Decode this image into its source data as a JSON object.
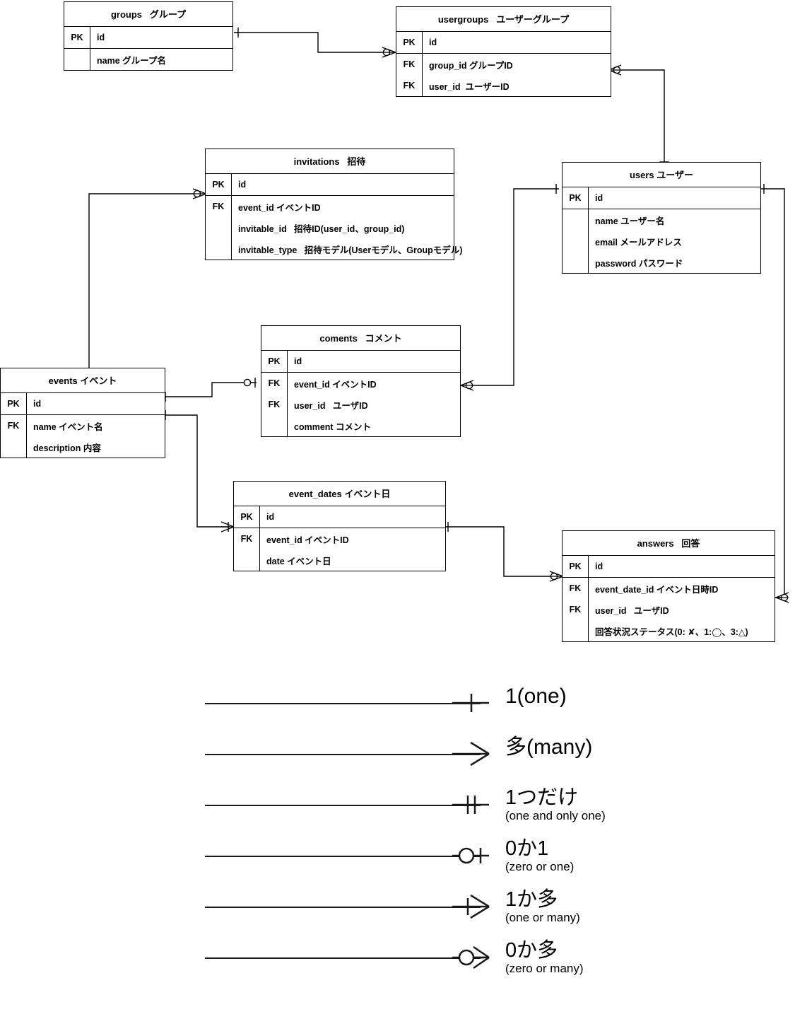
{
  "diagram": {
    "type": "er-diagram",
    "notation": "crow's foot",
    "entities": [
      {
        "id": "groups",
        "title": "groups   グループ",
        "pk": {
          "key": "PK",
          "name": "id"
        },
        "attrs": [
          {
            "key": "",
            "name": "name グループ名"
          }
        ]
      },
      {
        "id": "usergroups",
        "title": "usergroups   ユーザーグループ",
        "pk": {
          "key": "PK",
          "name": "id"
        },
        "attrs": [
          {
            "key": "FK",
            "name": "group_id グループID"
          },
          {
            "key": "FK",
            "name": "user_id  ユーザーID"
          }
        ]
      },
      {
        "id": "invitations",
        "title": "invitations   招待",
        "pk": {
          "key": "PK",
          "name": "id"
        },
        "attrs": [
          {
            "key": "FK",
            "name": "event_id イベントID"
          },
          {
            "key": "",
            "name": "invitable_id   招待ID(user_id、group_id)"
          },
          {
            "key": "",
            "name": "invitable_type   招待モデル(Userモデル、Groupモデル)"
          }
        ]
      },
      {
        "id": "users",
        "title": "users ユーザー",
        "pk": {
          "key": "PK",
          "name": "id"
        },
        "attrs": [
          {
            "key": "",
            "name": "name ユーザー名"
          },
          {
            "key": "",
            "name": "email メールアドレス"
          },
          {
            "key": "",
            "name": "password パスワード"
          }
        ]
      },
      {
        "id": "coments",
        "title": "coments   コメント",
        "pk": {
          "key": "PK",
          "name": "id"
        },
        "attrs": [
          {
            "key": "FK",
            "name": "event_id イベントID"
          },
          {
            "key": "FK",
            "name": "user_id   ユーザID"
          },
          {
            "key": "",
            "name": "comment コメント"
          }
        ]
      },
      {
        "id": "events",
        "title": "events イベント",
        "pk": {
          "key": "PK",
          "name": "id"
        },
        "attrs": [
          {
            "key": "FK",
            "name": "name イベント名"
          },
          {
            "key": "",
            "name": "description 内容"
          }
        ]
      },
      {
        "id": "event_dates",
        "title": "event_dates イベント日",
        "pk": {
          "key": "PK",
          "name": "id"
        },
        "attrs": [
          {
            "key": "FK",
            "name": "event_id イベントID"
          },
          {
            "key": "",
            "name": "date イベント日"
          }
        ]
      },
      {
        "id": "answers",
        "title": "answers   回答",
        "pk": {
          "key": "PK",
          "name": "id"
        },
        "attrs": [
          {
            "key": "FK",
            "name": "event_date_id イベント日時ID"
          },
          {
            "key": "FK",
            "name": "user_id   ユーザID"
          },
          {
            "key": "",
            "name": "回答状況ステータス(0: ✘、1:◯、3:△)"
          }
        ]
      }
    ],
    "relationships": [
      {
        "from": "groups",
        "to": "usergroups",
        "from_card": "one",
        "to_card": "zero-or-many"
      },
      {
        "from": "usergroups",
        "to": "users",
        "from_card": "zero-or-many",
        "to_card": "one"
      },
      {
        "from": "events",
        "to": "invitations",
        "from_card": "one",
        "to_card": "zero-or-many"
      },
      {
        "from": "events",
        "to": "coments",
        "from_card": "one",
        "to_card": "zero-or-one"
      },
      {
        "from": "coments",
        "to": "users",
        "from_card": "zero-or-many",
        "to_card": "one"
      },
      {
        "from": "events",
        "to": "event_dates",
        "from_card": "one",
        "to_card": "one-or-many"
      },
      {
        "from": "event_dates",
        "to": "answers",
        "from_card": "one",
        "to_card": "zero-or-many"
      },
      {
        "from": "users",
        "to": "answers",
        "from_card": "one",
        "to_card": "zero-or-many"
      }
    ]
  },
  "legend": {
    "items": [
      {
        "symbol": "one",
        "jp": "1(one)",
        "en": ""
      },
      {
        "symbol": "many",
        "jp": "多(many)",
        "en": ""
      },
      {
        "symbol": "one-only-one",
        "jp": "1つだけ",
        "en": "(one and only one)"
      },
      {
        "symbol": "zero-or-one",
        "jp": "0か1",
        "en": "(zero or one)"
      },
      {
        "symbol": "one-or-many",
        "jp": "1か多",
        "en": "(one or many)"
      },
      {
        "symbol": "zero-or-many",
        "jp": "0か多",
        "en": "(zero or many)"
      }
    ]
  },
  "colors": {
    "line": "#000000",
    "legend_line": "#1a1a1a",
    "background": "#ffffff",
    "text": "#000000"
  }
}
